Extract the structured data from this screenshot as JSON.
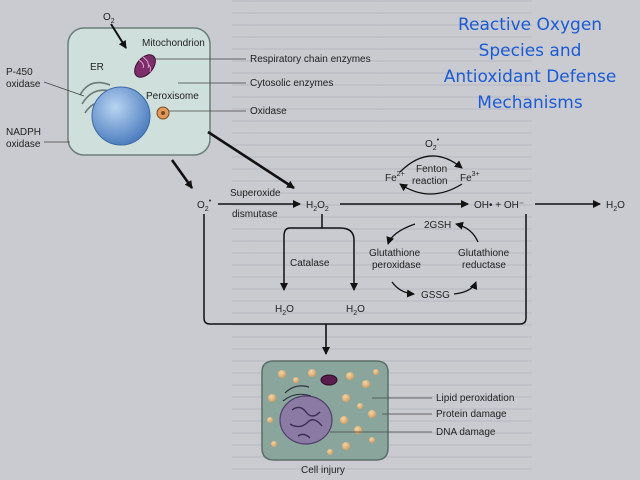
{
  "title": "Reactive Oxygen Species and Antioxidant Defense Mechanisms",
  "cell": {
    "o2_top": "O",
    "o2_top_sub": "2",
    "mitochondrion": "Mitochondrion",
    "er": "ER",
    "peroxisome": "Peroxisome",
    "p450_line1": "P-450",
    "p450_line2": "oxidase",
    "nadph_line1": "NADPH",
    "nadph_line2": "oxidase",
    "resp_chain": "Respiratory chain enzymes",
    "cytosolic": "Cytosolic enzymes",
    "oxidase": "Oxidase"
  },
  "pathway": {
    "o2_radical": "O",
    "o2_radical_sub": "2",
    "o2_radical_sup": "•",
    "superoxide_line1": "Superoxide",
    "superoxide_line2": "dismutase",
    "h2o2": "H",
    "h2o2_sub1": "2",
    "h2o2_o": "O",
    "h2o2_sub2": "2",
    "catalase": "Catalase",
    "h2o_a": "H",
    "h2o_a_sub": "2",
    "h2o_a_o": "O",
    "h2o_b": "H",
    "h2o_b_sub": "2",
    "h2o_b_o": "O",
    "oh_products": "OH• + OH⁻",
    "h2o_right": "H",
    "h2o_right_sub": "2",
    "h2o_right_o": "O"
  },
  "fenton": {
    "o2_label": "O",
    "o2_sub": "2",
    "o2_sup": "•",
    "fe2": "Fe",
    "fe2_sup": "2+",
    "fe3": "Fe",
    "fe3_sup": "3+",
    "reaction_line1": "Fenton",
    "reaction_line2": "reaction"
  },
  "glutathione": {
    "gsh": "2GSH",
    "gssg": "GSSG",
    "peroxidase_line1": "Glutathione",
    "peroxidase_line2": "peroxidase",
    "reductase_line1": "Glutathione",
    "reductase_line2": "reductase"
  },
  "injury": {
    "lipid": "Lipid peroxidation",
    "protein": "Protein damage",
    "dna": "DNA damage",
    "caption": "Cell injury"
  },
  "colors": {
    "title": "#1b5bd6",
    "cell_fill": "#cfe0dc",
    "nucleus": "#6f9fd6",
    "injury_fill": "#8aa69c",
    "vacuole": "#e2b27a",
    "mito": "#7d2d6a"
  }
}
